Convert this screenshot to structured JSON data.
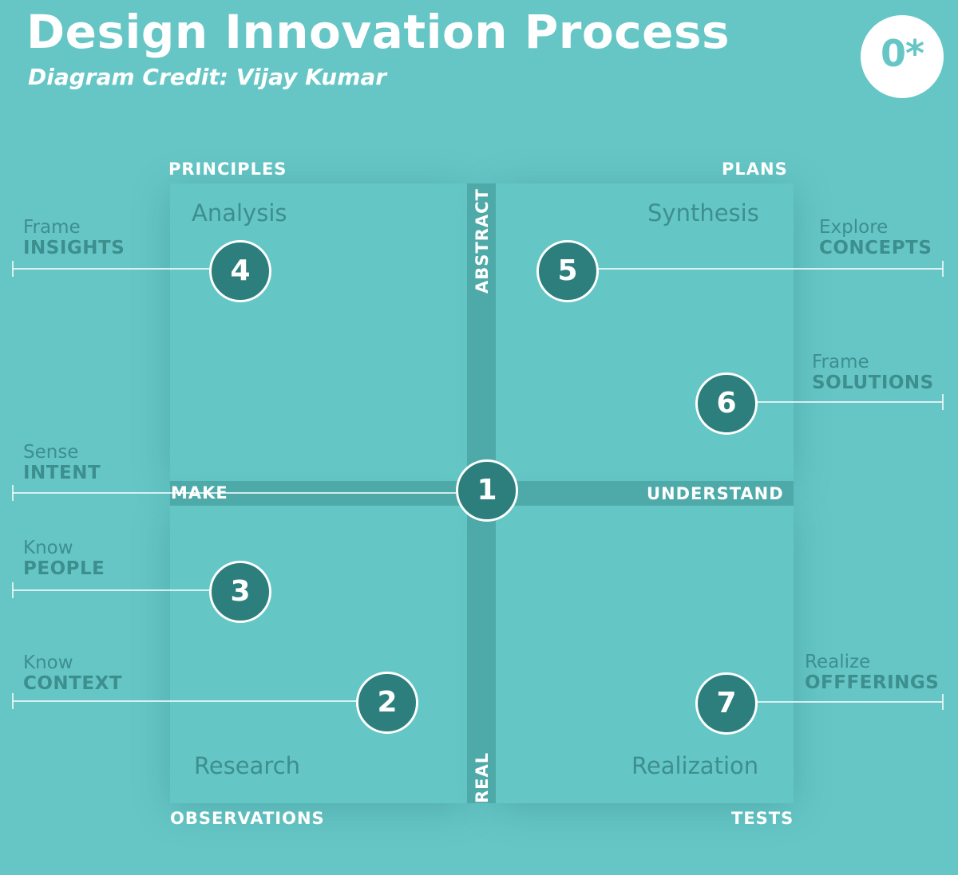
{
  "header": {
    "title": "Design Innovation Process",
    "credit": "Diagram Credit: Vijay Kumar",
    "logo_text": "0*"
  },
  "colors": {
    "background": "#66c6c6",
    "quadrant": "#65c6c6",
    "axis_bar": "#4eaaa9",
    "circle_fill": "#2d7f7d",
    "dark_text": "#3d8f8e",
    "white": "#ffffff"
  },
  "corners": {
    "top_left": "PRINCIPLES",
    "top_right": "PLANS",
    "bottom_left": "OBSERVATIONS",
    "bottom_right": "TESTS"
  },
  "quadrants": {
    "top_left": "Analysis",
    "top_right": "Synthesis",
    "bottom_left": "Research",
    "bottom_right": "Realization"
  },
  "axes": {
    "top": "ABSTRACT",
    "bottom": "REAL",
    "left": "MAKE",
    "right": "UNDERSTAND"
  },
  "steps": [
    {
      "number": "1",
      "verb": "Sense",
      "noun": "INTENT"
    },
    {
      "number": "2",
      "verb": "Know",
      "noun": "CONTEXT"
    },
    {
      "number": "3",
      "verb": "Know",
      "noun": "PEOPLE"
    },
    {
      "number": "4",
      "verb": "Frame",
      "noun": "INSIGHTS"
    },
    {
      "number": "5",
      "verb": "Explore",
      "noun": "CONCEPTS"
    },
    {
      "number": "6",
      "verb": "Frame",
      "noun": "SOLUTIONS"
    },
    {
      "number": "7",
      "verb": "Realize",
      "noun": "OFFFERINGS"
    }
  ]
}
